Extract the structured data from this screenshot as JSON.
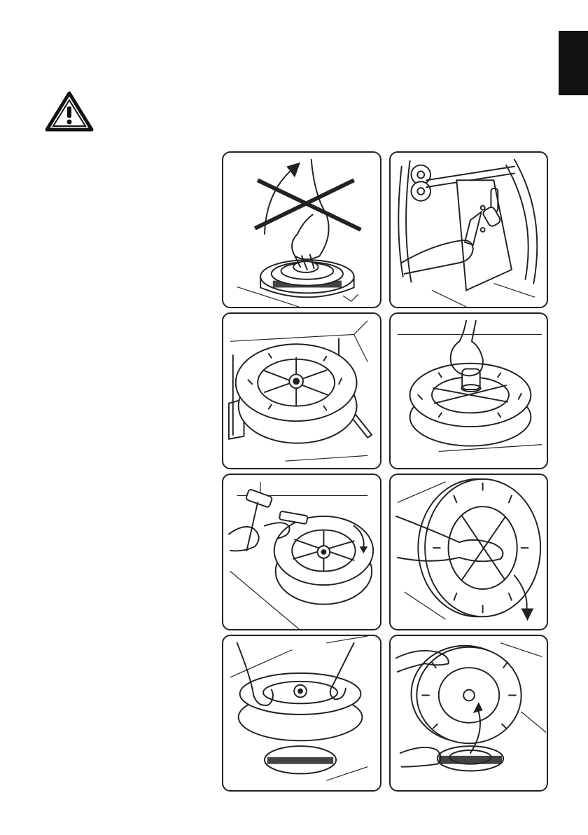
{
  "page": {
    "language_tab_color": "#111111",
    "warning_icon": "warning-triangle-icon",
    "panels": [
      {
        "id": "p1",
        "illustration": "do-not-lift-spring-cassette"
      },
      {
        "id": "p2",
        "illustration": "unscrew-axle-bolt-with-wrench"
      },
      {
        "id": "p3",
        "illustration": "reel-on-stand"
      },
      {
        "id": "p4",
        "illustration": "remove-center-nut"
      },
      {
        "id": "p5",
        "illustration": "tap-hub-with-hammer"
      },
      {
        "id": "p6",
        "illustration": "rotate-drum"
      },
      {
        "id": "p7",
        "illustration": "lift-drum-off-cassette"
      },
      {
        "id": "p8",
        "illustration": "replace-spring-cassette"
      }
    ]
  }
}
